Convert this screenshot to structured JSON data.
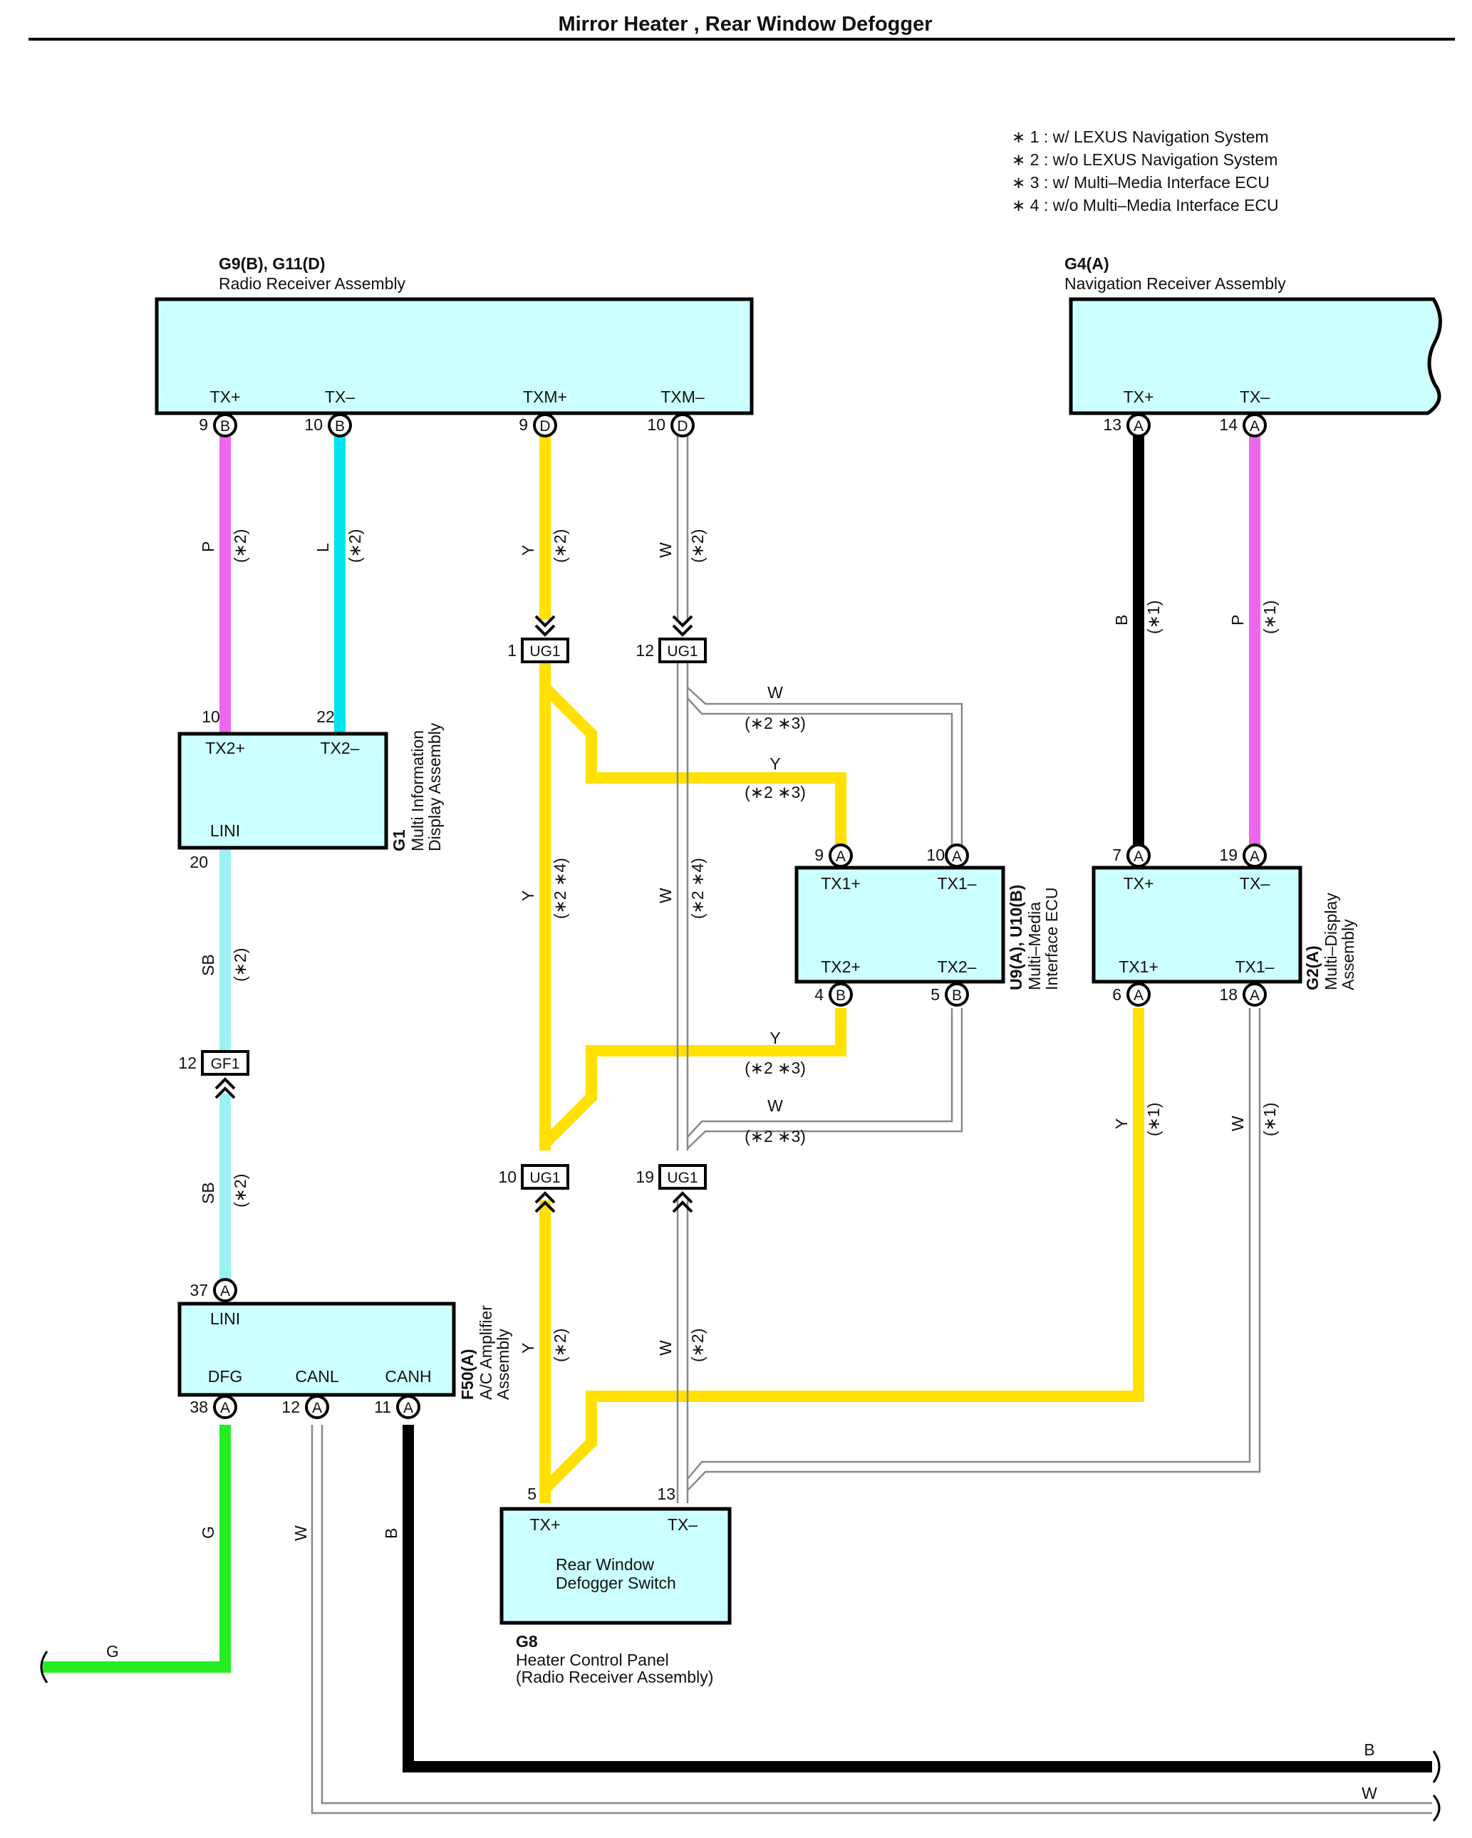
{
  "title": "Mirror Heater , Rear Window Defogger",
  "notes": [
    "∗ 1 : w/ LEXUS Navigation System",
    "∗ 2 : w/o LEXUS Navigation System",
    "∗ 3 : w/ Multi–Media Interface ECU",
    "∗ 4 : w/o Multi–Media Interface ECU"
  ],
  "colors": {
    "pink": "#ee66ee",
    "cyan": "#00e5ee",
    "yellow": "#ffe000",
    "light_blue": "#99f0f5",
    "green": "#22ee22",
    "black": "#000000",
    "white_wire": "#888888",
    "component_fill": "#ccffff"
  },
  "components": {
    "radio": {
      "code": "G9(B), G11(D)",
      "name": "Radio Receiver Assembly",
      "terminals": [
        "TX+",
        "TX–",
        "TXM+",
        "TXM–"
      ],
      "pins": [
        "9",
        "10",
        "9",
        "10"
      ],
      "connectors": [
        "B",
        "B",
        "D",
        "D"
      ]
    },
    "nav": {
      "code": "G4(A)",
      "name": "Navigation Receiver Assembly",
      "terminals": [
        "TX+",
        "TX–"
      ],
      "pins": [
        "13",
        "14"
      ],
      "connectors": [
        "A",
        "A"
      ]
    },
    "mid": {
      "code": "G1",
      "name1": "Multi Information",
      "name2": "Display Assembly",
      "terminals": [
        "TX2+",
        "TX2–",
        "LINI"
      ],
      "pins": [
        "10",
        "22",
        "20"
      ]
    },
    "mmi": {
      "code": "U9(A), U10(B)",
      "name1": "Multi–Media",
      "name2": "Interface ECU",
      "terminals": [
        "TX1+",
        "TX1–",
        "TX2+",
        "TX2–"
      ],
      "pins": [
        "9",
        "10",
        "4",
        "5"
      ],
      "connectors": [
        "A",
        "A",
        "B",
        "B"
      ]
    },
    "mda": {
      "code": "G2(A)",
      "name1": "Multi–Display",
      "name2": "Assembly",
      "terminals": [
        "TX+",
        "TX–",
        "TX1+",
        "TX1–"
      ],
      "pins": [
        "7",
        "19",
        "6",
        "18"
      ],
      "connectors": [
        "A",
        "A",
        "A",
        "A"
      ]
    },
    "ac": {
      "code": "F50(A)",
      "name1": "A/C Amplifier",
      "name2": "Assembly",
      "terminals": [
        "LINI",
        "DFG",
        "CANL",
        "CANH"
      ],
      "pins": [
        "37",
        "38",
        "12",
        "11"
      ],
      "connectors": [
        "A",
        "A",
        "A",
        "A"
      ]
    },
    "defog": {
      "code": "G8",
      "name1": "Heater Control Panel",
      "name2": "(Radio Receiver Assembly)",
      "inner1": "Rear Window",
      "inner2": "Defogger Switch",
      "terminals": [
        "TX+",
        "TX–"
      ],
      "pins": [
        "5",
        "13"
      ]
    }
  },
  "junctions": {
    "ug1_a": {
      "label": "UG1",
      "pin": "1"
    },
    "ug1_b": {
      "label": "UG1",
      "pin": "12"
    },
    "ug1_c": {
      "label": "UG1",
      "pin": "10"
    },
    "ug1_d": {
      "label": "UG1",
      "pin": "19"
    },
    "gf1": {
      "label": "GF1",
      "pin": "12"
    }
  },
  "wire_labels": {
    "P": "P",
    "L": "L",
    "Y": "Y",
    "W": "W",
    "B": "B",
    "SB": "SB",
    "G": "G",
    "n1": "(∗1)",
    "n2": "(∗2)",
    "n23": "(∗2 ∗3)",
    "n24": "(∗2 ∗4)"
  }
}
